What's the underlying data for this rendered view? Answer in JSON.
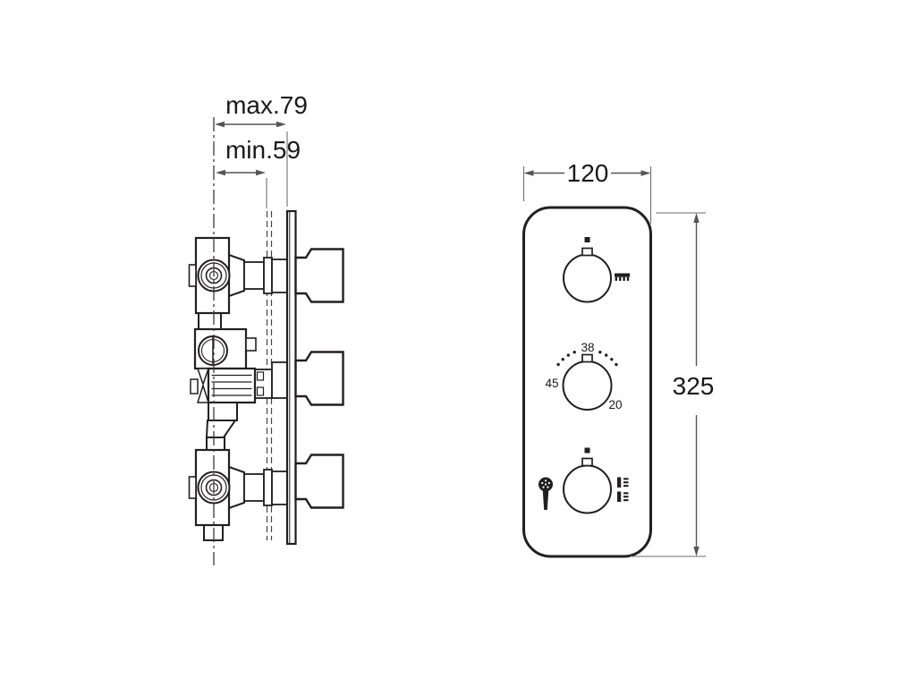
{
  "side_view": {
    "dims": {
      "max_depth": "max.79",
      "min_depth": "min.59"
    }
  },
  "front_view": {
    "dims": {
      "width": "120",
      "height": "325"
    },
    "temperature_knob": {
      "top_label": "38",
      "left_label": "45",
      "right_label": "20",
      "scale_dot_angles_deg": [
        36,
        47,
        58,
        69,
        111,
        122,
        133,
        144
      ]
    },
    "icons": {
      "top_knob_right": "overhead-shower-icon",
      "bottom_knob_left": "hand-shower-icon",
      "bottom_knob_right": "body-jets-icon"
    }
  },
  "colors": {
    "line": "#231f20",
    "dim_line": "#555555",
    "extension_line": "#6e6e6e",
    "text": "#1a1a1a",
    "background": "#ffffff"
  }
}
